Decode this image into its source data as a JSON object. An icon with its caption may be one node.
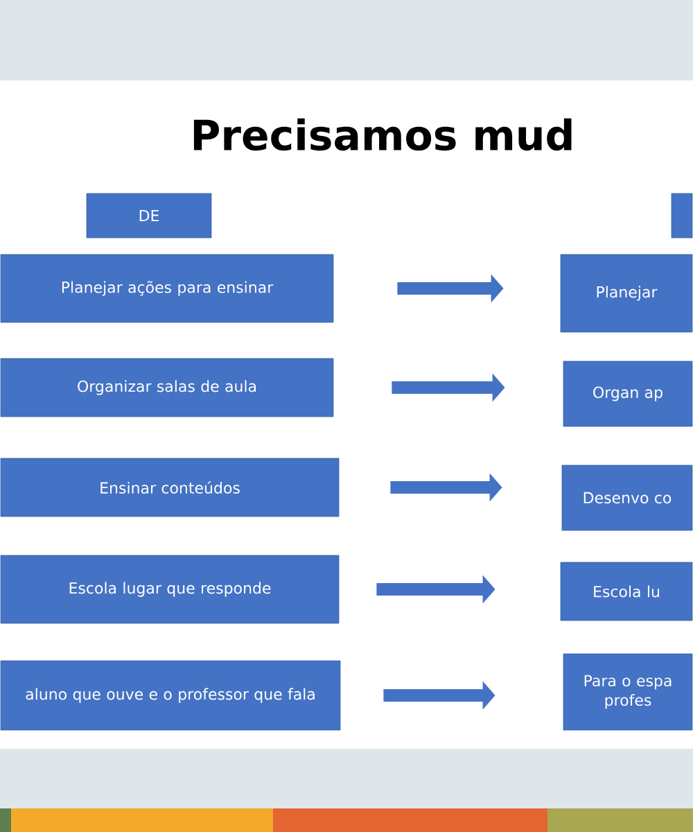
{
  "diagram": {
    "title": "Precisamos mud",
    "nodes": [
      {
        "text": [
          "DE"
        ]
      },
      {
        "text": [],
        "shape": "box"
      },
      {
        "text": [
          "Planejar ações para ensinar"
        ]
      },
      {
        "text": [
          "Planejar"
        ]
      },
      {
        "text": [
          "Organizar salas de aula"
        ]
      },
      {
        "text": [
          "Organ ap"
        ]
      },
      {
        "text": [
          "Ensinar conteúdos"
        ]
      },
      {
        "text": [
          "Desenvo co"
        ]
      },
      {
        "text": [
          "Escola lugar que responde"
        ]
      },
      {
        "text": [
          "Escola lu"
        ]
      },
      {
        "text": [
          "aluno que ouve e o professor que fala"
        ]
      },
      {
        "text": [
          "Para o espa profes"
        ]
      }
    ],
    "edges": [
      {
        "from": 2,
        "to": 3,
        "arrow": "to"
      },
      {
        "from": 4,
        "to": 5,
        "arrow": "to"
      },
      {
        "from": 6,
        "to": 7,
        "arrow": "to"
      },
      {
        "from": 8,
        "to": 9,
        "arrow": "to"
      },
      {
        "from": 10,
        "to": 11,
        "arrow": "to"
      }
    ]
  }
}
